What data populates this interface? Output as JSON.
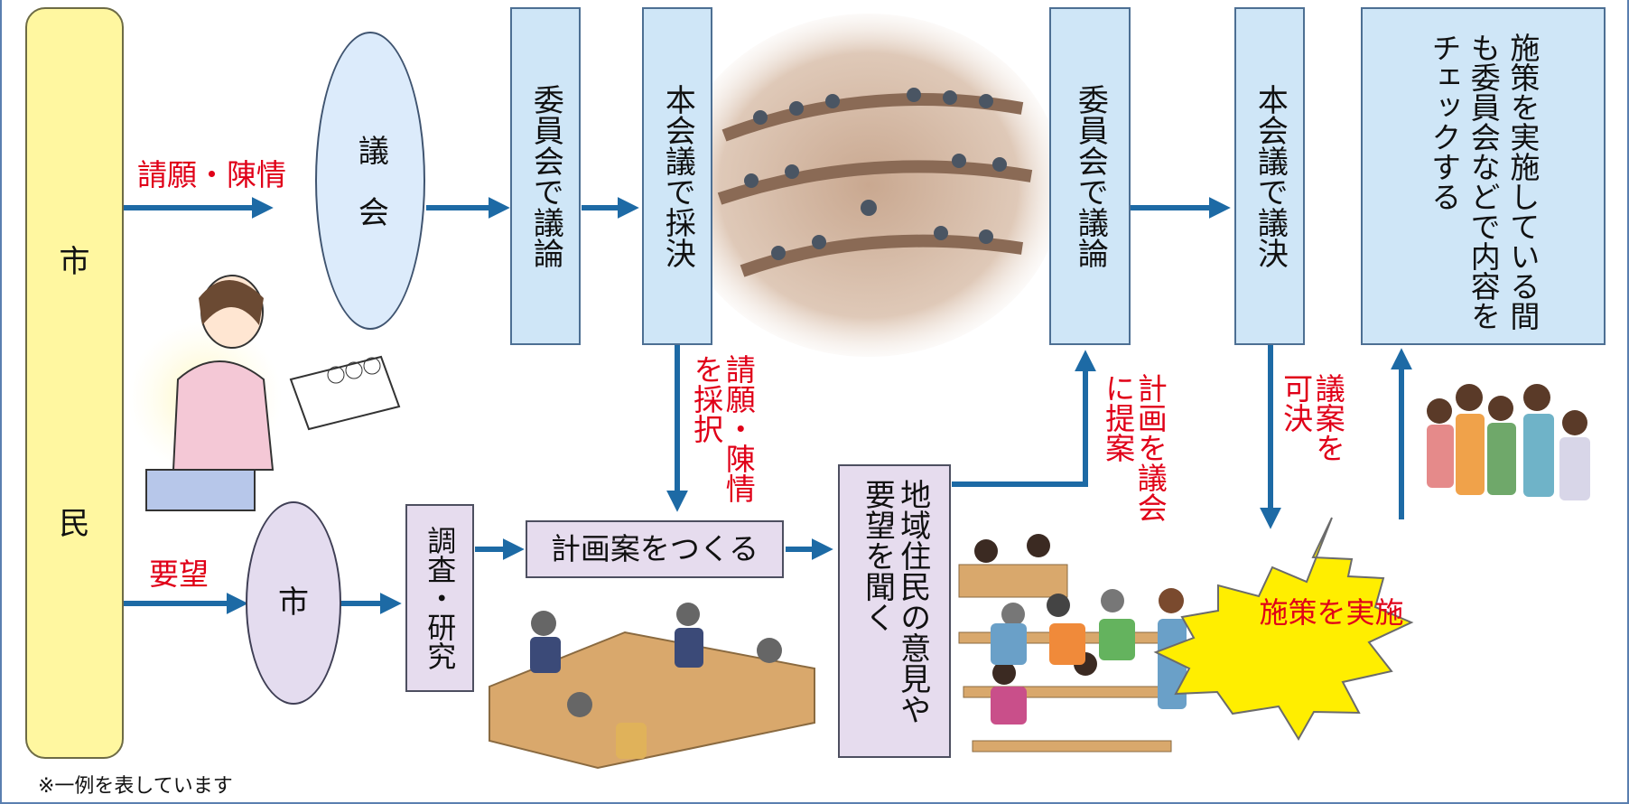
{
  "citizen_box": {
    "char_1": "市",
    "char_2": "民"
  },
  "assembly_ellipse": "議　会",
  "city_ellipse": "市",
  "steps": {
    "committee_debate_1": "委員会で議論",
    "plenary_vote": "本会議で採決",
    "committee_debate_2": "委員会で議論",
    "plenary_decision": "本会議で議決",
    "check_note": "施策を実施している間も委員会などで内容をチェックする",
    "survey": "調査・研究",
    "plan": "計画案をつくる",
    "hear_opinions": "地域住民の意見や要望を聞く",
    "implement": "施策を実施"
  },
  "arrow_labels": {
    "petition": "請願・陳情",
    "request": "要望",
    "adopt_petition": "請願・陳情を採択",
    "propose_plan": "計画を議会に提案",
    "approve_bill": "議案を可決"
  },
  "footnote": "※一例を表しています",
  "colors": {
    "arrow": "#1d6aa5",
    "accent_red": "#e00018",
    "starburst": "#ffee00"
  }
}
